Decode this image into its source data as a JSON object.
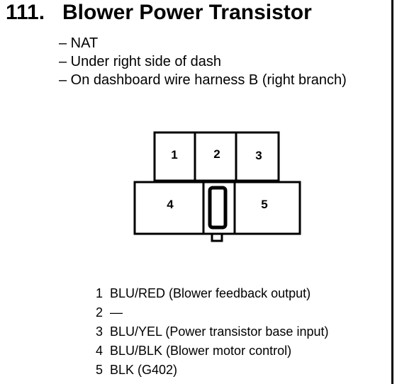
{
  "page": {
    "number": "111.",
    "title": "Blower Power Transistor"
  },
  "bullets": [
    "– NAT",
    "– Under right side of dash",
    "– On dashboard wire harness B (right branch)"
  ],
  "connector": {
    "top_row": [
      "1",
      "2",
      "3"
    ],
    "bottom_row": [
      "4",
      "5"
    ]
  },
  "pinout": [
    {
      "pin": "1",
      "text": "BLU/RED (Blower feedback output)"
    },
    {
      "pin": "2",
      "text": "—"
    },
    {
      "pin": "3",
      "text": "BLU/YEL (Power transistor base input)"
    },
    {
      "pin": "4",
      "text": "BLU/BLK (Blower motor control)"
    },
    {
      "pin": "5",
      "text": "BLK (G402)"
    }
  ]
}
